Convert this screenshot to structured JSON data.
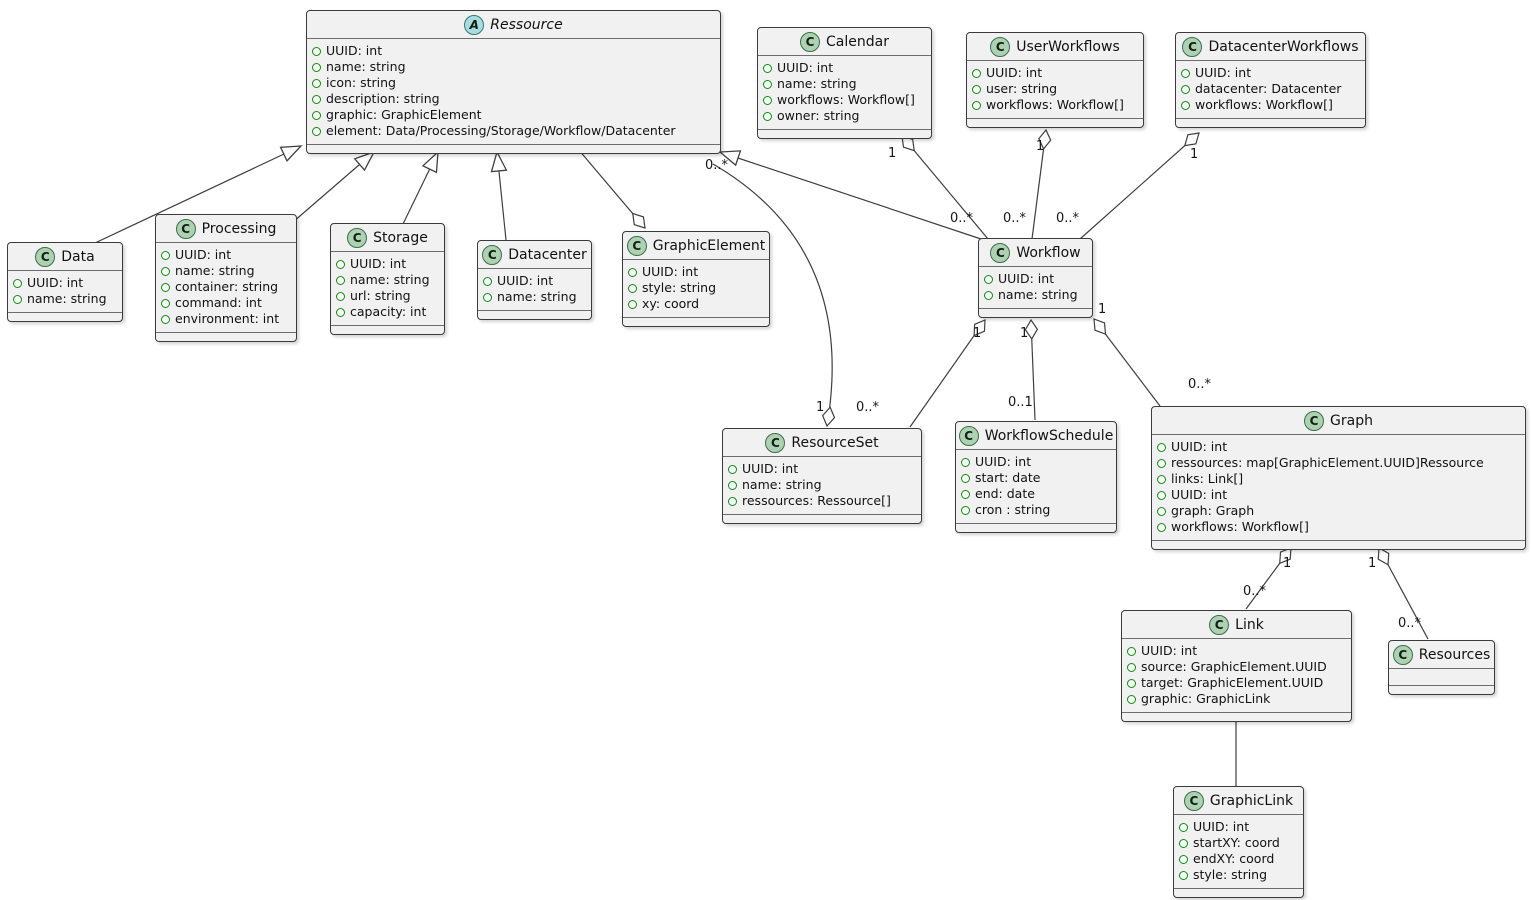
{
  "diagram_type": "uml-class-diagram",
  "colors": {
    "box_background": "#F1F1F1",
    "box_border": "#3b3b3b",
    "class_circle": "#ADD1B2",
    "abstract_circle": "#A9DCDF",
    "field_icon": "#128a12",
    "edge": "#3f3f3f"
  },
  "classes": {
    "ressource": {
      "name": "Ressource",
      "letter": "A",
      "kind": "abstract",
      "attributes": [
        "UUID: int",
        "name: string",
        "icon: string",
        "description: string",
        "graphic: GraphicElement",
        "element: Data/Processing/Storage/Workflow/Datacenter"
      ]
    },
    "calendar": {
      "name": "Calendar",
      "letter": "C",
      "kind": "class",
      "attributes": [
        "UUID: int",
        "name: string",
        "workflows: Workflow[]",
        "owner: string"
      ]
    },
    "userworkflows": {
      "name": "UserWorkflows",
      "letter": "C",
      "kind": "class",
      "attributes": [
        "UUID: int",
        "user: string",
        "workflows: Workflow[]"
      ]
    },
    "datacenterworkflows": {
      "name": "DatacenterWorkflows",
      "letter": "C",
      "kind": "class",
      "attributes": [
        "UUID: int",
        "datacenter: Datacenter",
        "workflows: Workflow[]"
      ]
    },
    "data": {
      "name": "Data",
      "letter": "C",
      "kind": "class",
      "attributes": [
        "UUID: int",
        "name: string"
      ]
    },
    "processing": {
      "name": "Processing",
      "letter": "C",
      "kind": "class",
      "attributes": [
        "UUID: int",
        "name: string",
        "container: string",
        "command: int",
        "environment: int"
      ]
    },
    "storage": {
      "name": "Storage",
      "letter": "C",
      "kind": "class",
      "attributes": [
        "UUID: int",
        "name: string",
        "url: string",
        "capacity: int"
      ]
    },
    "datacenter": {
      "name": "Datacenter",
      "letter": "C",
      "kind": "class",
      "attributes": [
        "UUID: int",
        "name: string"
      ]
    },
    "graphicelement": {
      "name": "GraphicElement",
      "letter": "C",
      "kind": "class",
      "attributes": [
        "UUID: int",
        "style: string",
        "xy: coord"
      ]
    },
    "workflow": {
      "name": "Workflow",
      "letter": "C",
      "kind": "class",
      "attributes": [
        "UUID: int",
        "name: string"
      ]
    },
    "resourceset": {
      "name": "ResourceSet",
      "letter": "C",
      "kind": "class",
      "attributes": [
        "UUID: int",
        "name: string",
        "ressources: Ressource[]"
      ]
    },
    "workflowschedule": {
      "name": "WorkflowSchedule",
      "letter": "C",
      "kind": "class",
      "attributes": [
        "UUID: int",
        "start: date",
        "end: date",
        "cron : string"
      ]
    },
    "graph": {
      "name": "Graph",
      "letter": "C",
      "kind": "class",
      "attributes": [
        "UUID: int",
        "ressources: map[GraphicElement.UUID]Ressource",
        "links: Link[]",
        "UUID: int",
        "graph: Graph",
        "workflows: Workflow[]"
      ]
    },
    "link": {
      "name": "Link",
      "letter": "C",
      "kind": "class",
      "attributes": [
        "UUID: int",
        "source: GraphicElement.UUID",
        "target: GraphicElement.UUID",
        "graphic: GraphicLink"
      ]
    },
    "resources": {
      "name": "Resources",
      "letter": "C",
      "kind": "class",
      "attributes": []
    },
    "graphiclink": {
      "name": "GraphicLink",
      "letter": "C",
      "kind": "class",
      "attributes": [
        "UUID: int",
        "startXY: coord",
        "endXY: coord",
        "style: string"
      ]
    }
  },
  "relationships": [
    {
      "from": "Data",
      "to": "Ressource",
      "type": "inheritance"
    },
    {
      "from": "Processing",
      "to": "Ressource",
      "type": "inheritance"
    },
    {
      "from": "Storage",
      "to": "Ressource",
      "type": "inheritance"
    },
    {
      "from": "Datacenter",
      "to": "Ressource",
      "type": "inheritance"
    },
    {
      "from": "Workflow",
      "to": "Ressource",
      "type": "inheritance"
    },
    {
      "from": "Ressource",
      "to": "GraphicElement",
      "type": "aggregation",
      "diamond_at": "GraphicElement"
    },
    {
      "from": "Calendar",
      "to": "Workflow",
      "type": "aggregation",
      "diamond_at": "Calendar",
      "near_label": "1",
      "far_label": "0..*"
    },
    {
      "from": "UserWorkflows",
      "to": "Workflow",
      "type": "aggregation",
      "diamond_at": "UserWorkflows",
      "near_label": "1",
      "far_label": "0..*"
    },
    {
      "from": "DatacenterWorkflows",
      "to": "Workflow",
      "type": "aggregation",
      "diamond_at": "DatacenterWorkflows",
      "near_label": "1",
      "far_label": "0..*"
    },
    {
      "from": "ResourceSet",
      "to": "Ressource",
      "type": "aggregation",
      "diamond_at": "ResourceSet",
      "near_label": "1",
      "far_label": "0..*"
    },
    {
      "from": "Workflow",
      "to": "ResourceSet",
      "type": "aggregation",
      "diamond_at": "Workflow",
      "near_label": "1",
      "far_label": "0..*"
    },
    {
      "from": "Workflow",
      "to": "WorkflowSchedule",
      "type": "aggregation",
      "diamond_at": "Workflow",
      "near_label": "1",
      "far_label": "0..1"
    },
    {
      "from": "Workflow",
      "to": "Graph",
      "type": "aggregation",
      "diamond_at": "Workflow",
      "near_label": "1",
      "far_label": "0..*"
    },
    {
      "from": "Graph",
      "to": "Link",
      "type": "aggregation",
      "diamond_at": "Graph",
      "near_label": "1",
      "far_label": "0..*"
    },
    {
      "from": "Graph",
      "to": "Resources",
      "type": "aggregation",
      "diamond_at": "Graph",
      "near_label": "1",
      "far_label": "0..*"
    },
    {
      "from": "Link",
      "to": "GraphicLink",
      "type": "association"
    }
  ]
}
